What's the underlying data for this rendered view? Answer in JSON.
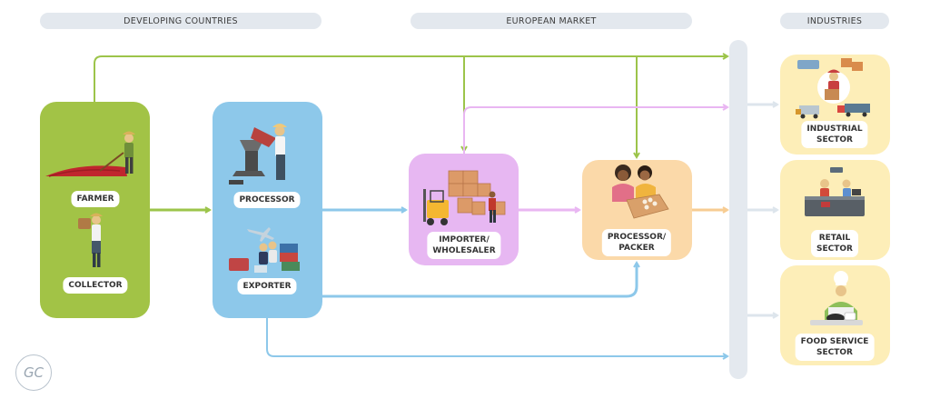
{
  "headers": {
    "developing": "DEVELOPING COUNTRIES",
    "european": "EUROPEAN MARKET",
    "industries": "INDUSTRIES"
  },
  "nodes": {
    "farmer": "FARMER",
    "collector": "COLLECTOR",
    "processor": "PROCESSOR",
    "exporter": "EXPORTER",
    "importer_l1": "IMPORTER/",
    "importer_l2": "WHOLESALER",
    "packer_l1": "PROCESSOR/",
    "packer_l2": "PACKER",
    "industrial_l1": "INDUSTRIAL",
    "industrial_l2": "SECTOR",
    "retail_l1": "RETAIL",
    "retail_l2": "SECTOR",
    "food_l1": "FOOD SERVICE",
    "food_l2": "SECTOR"
  },
  "logo": "GC",
  "colors": {
    "green": "#a2c346",
    "blue": "#8dc8ea",
    "pink": "#e7b7f2",
    "orange": "#fbd9a9",
    "yellow": "#fdeeb8",
    "bar": "#e4e9ef",
    "arrow_green": "#9cc44a",
    "arrow_blue": "#8dc8ea",
    "arrow_pink": "#e9b6f2",
    "arrow_orange": "#f7cc92",
    "arrow_grey": "#dde5ec"
  }
}
